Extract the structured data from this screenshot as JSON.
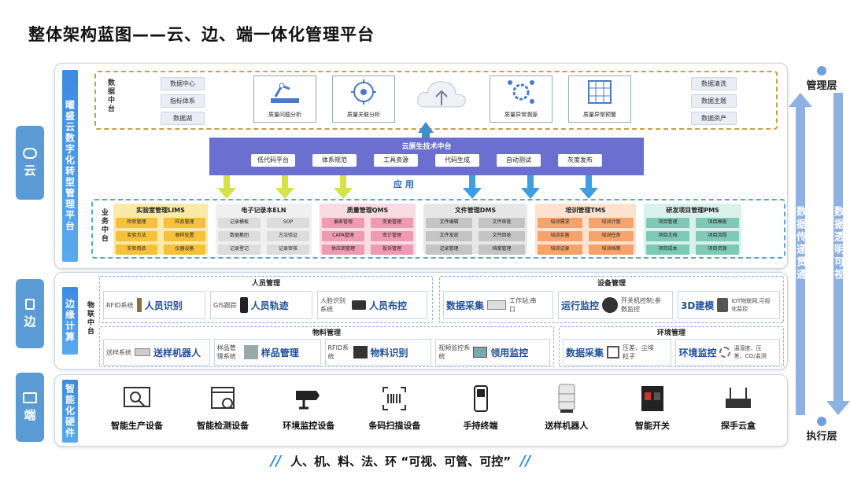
{
  "title": "整体架构蓝图——云、边、端一体化管理平台",
  "tiers": {
    "cloud": "云",
    "edge": "边",
    "end": "端"
  },
  "cloud": {
    "platform_label": "曜盛云数字化转型管理平台",
    "data_center_label": "数据中台",
    "left_items": [
      "数据中心",
      "指标体系",
      "数据湖"
    ],
    "right_items": [
      "数据清洗",
      "数据主题",
      "数据资产"
    ],
    "analysis_cards": [
      "质量问题分析",
      "质量关联分析",
      "质量异常溯源",
      "质量异常预警"
    ],
    "cloud_tech": {
      "title": "云原生技术中台",
      "items": [
        "低代码平台",
        "体系规范",
        "工具资源",
        "代码生成",
        "自动测试",
        "灰度发布"
      ],
      "apply": "应 用"
    },
    "business_label": "业务中台",
    "modules": [
      {
        "name": "实验室管理LIMS",
        "cells": [
          "检验管理",
          "样品管理",
          "实验方法",
          "原样处置",
          "实验用品",
          "仪器设备"
        ]
      },
      {
        "name": "电子记录本ELN",
        "cells": [
          "记录模板",
          "SOP",
          "数据集团",
          "方法验证",
          "记录登记",
          "记录审核"
        ]
      },
      {
        "name": "质量管理QMS",
        "cells": [
          "偏差管理",
          "变更管理",
          "CAPA管理",
          "审计管理",
          "供应商管理",
          "投诉管理"
        ]
      },
      {
        "name": "文件管理DMS",
        "cells": [
          "文件编辑",
          "文件审批",
          "文件发放",
          "文件回收",
          "记录管理",
          "档案管理"
        ]
      },
      {
        "name": "培训管理TMS",
        "cells": [
          "培训需求",
          "培训计划",
          "培训实施",
          "培训任务",
          "培训记录",
          "培训档案"
        ]
      },
      {
        "name": "研发项目管理PMS",
        "cells": [
          "项目管理",
          "项目模板",
          "项目文档",
          "项目流程",
          "项目成本",
          "项目资源"
        ]
      }
    ]
  },
  "edge": {
    "vertical_label": "边缘计算",
    "iot_label": "物联中台",
    "person": {
      "title": "人员管理",
      "items": [
        [
          "RFID系统",
          "人员识别"
        ],
        [
          "GIS跟踪",
          "人员轨迹"
        ],
        [
          "人脸识别系统",
          "人员布控"
        ]
      ]
    },
    "device": {
      "title": "设备管理",
      "items": [
        [
          "数据采集",
          "工作站,串口"
        ],
        [
          "运行监控",
          "开关机控制;参数监控"
        ],
        [
          "3D建模",
          "IOT物联网,可视化监控"
        ]
      ]
    },
    "material": {
      "title": "物料管理",
      "items": [
        [
          "送样系统",
          "送样机器人"
        ],
        [
          "样品管理系统",
          "样品管理"
        ],
        [
          "RFID系统",
          "物料识别"
        ],
        [
          "视频监控系统",
          "领用监控"
        ]
      ]
    },
    "env": {
      "title": "环境管理",
      "items": [
        [
          "数据采集",
          "压差、尘埃粒子"
        ],
        [
          "环境监控",
          "温湿度、压差、CO₂监测"
        ]
      ]
    }
  },
  "end": {
    "vertical_label": "智能化硬件",
    "devices": [
      "智能生产设备",
      "智能检测设备",
      "环境监控设备",
      "条码扫描设备",
      "手持终端",
      "送样机器人",
      "智能开关",
      "探手云盒"
    ]
  },
  "right": {
    "top": "管理层",
    "bottom": "执行层",
    "up": "数据传递贯通",
    "down": "数据透明可视"
  },
  "footer": "人、机、料、法、环 “可视、可管、可控”"
}
